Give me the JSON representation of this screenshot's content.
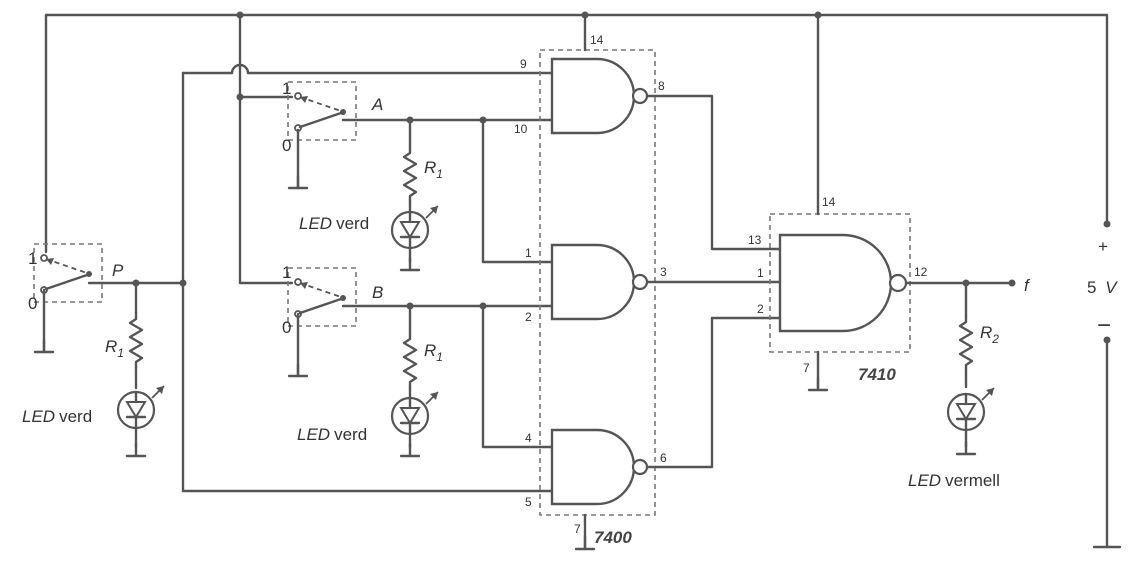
{
  "switches": [
    {
      "name": "P",
      "pos1": "1",
      "pos0": "0"
    },
    {
      "name": "A",
      "pos1": "1",
      "pos0": "0"
    },
    {
      "name": "B",
      "pos1": "1",
      "pos0": "0"
    }
  ],
  "resistor_r1": "R",
  "resistor_r1_sub": "1",
  "resistor_r2": "R",
  "resistor_r2_sub": "2",
  "led_green": {
    "led": "LED",
    "color": "verd"
  },
  "led_red": {
    "led": "LED",
    "color": "vermell"
  },
  "chip_7400": {
    "label": "7400",
    "vcc_pin": "14",
    "gnd_pin": "7",
    "gate1": {
      "in_a": "9",
      "in_b": "10",
      "out": "8"
    },
    "gate2": {
      "in_a": "1",
      "in_b": "2",
      "out": "3"
    },
    "gate3": {
      "in_a": "4",
      "in_b": "5",
      "out": "6"
    }
  },
  "chip_7410": {
    "label": "7410",
    "vcc_pin": "14",
    "gnd_pin": "7",
    "gate": {
      "in_a": "13",
      "in_b": "1",
      "in_c": "2",
      "out": "12"
    }
  },
  "output_label": "f",
  "supply": {
    "plus": "+",
    "minus": "−",
    "voltage": "5",
    "unit": "V"
  }
}
